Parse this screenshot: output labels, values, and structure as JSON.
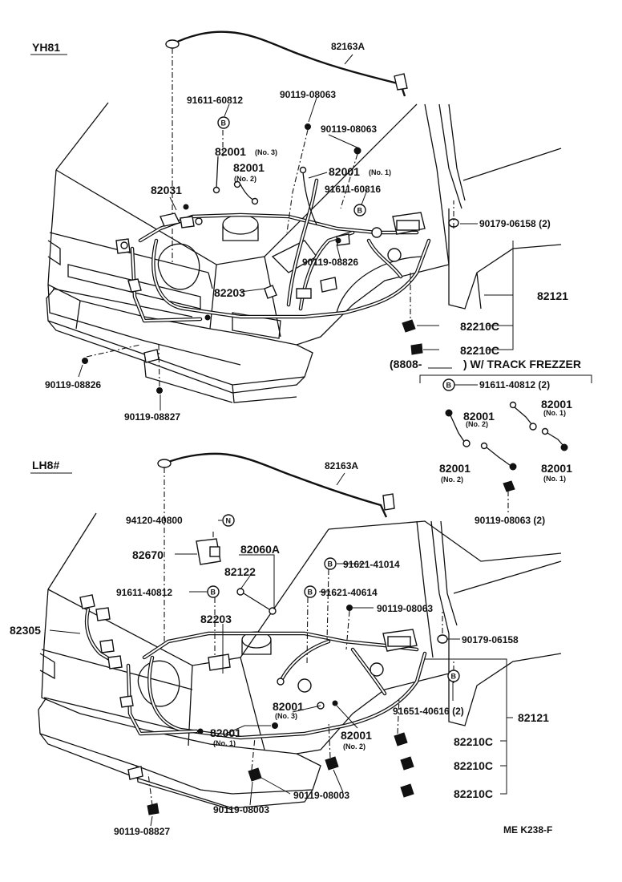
{
  "diagram": {
    "code": "ME  K238-F",
    "upper": {
      "model": "YH81",
      "labels": {
        "p82163A": "82163A",
        "p91611_60812": "91611-60812",
        "p90119_08063_a": "90119-08063",
        "p90119_08063_b": "90119-08063",
        "p82001_no3": "82001",
        "p82001_no3_sub": "(No. 3)",
        "p82001_no2": "82001",
        "p82001_no2_sub": "(No. 2)",
        "p82001_no1": "82001",
        "p82001_no1_sub": "(No. 1)",
        "p91611_60816": "91611-60816",
        "p82031": "82031",
        "p90179_06158": "90179-06158 (2)",
        "p90119_08826_a": "90119-08826",
        "p82203": "82203",
        "p82121": "82121",
        "p82210C_a": "82210C",
        "p82210C_b": "82210C",
        "p90119_08826_b": "90119-08826",
        "p90119_08827": "90119-08827"
      },
      "option": {
        "title_left": "(8808-",
        "title_right": ") W/ TRACK  FREZZER",
        "p91611_40812": "91611-40812 (2)",
        "p82001_a": "82001",
        "p82001_a_sub": "(No. 2)",
        "p82001_b": "82001",
        "p82001_b_sub": "(No. 1)",
        "p82001_c": "82001",
        "p82001_c_sub": "(No. 2)",
        "p82001_d": "82001",
        "p82001_d_sub": "(No. 1)",
        "p90119_08063": "90119-08063 (2)"
      }
    },
    "lower": {
      "model": "LH8#",
      "labels": {
        "p82163A": "82163A",
        "p94120_40800": "94120-40800",
        "p82670": "82670",
        "p82060A": "82060A",
        "p82122": "82122",
        "p91621_41014": "91621-41014",
        "p91611_40812": "91611-40812",
        "p91621_40614": "91621-40614",
        "p82203": "82203",
        "p90119_08063_a": "90119-08063",
        "p82305": "82305",
        "p90179_06158": "90179-06158",
        "p82001_no3": "82001",
        "p82001_no3_sub": "(No. 3)",
        "p91651_40616": "91651-40616 (2)",
        "p82121": "82121",
        "p82001_no1": "82001",
        "p82001_no1_sub": "(No. 1)",
        "p82001_no2": "82001",
        "p82001_no2_sub": "(No. 2)",
        "p82210C_a": "82210C",
        "p82210C_b": "82210C",
        "p82210C_c": "82210C",
        "p90119_08003_a": "90119-08003",
        "p90119_08003_b": "90119-08003",
        "p90119_08827": "90119-08827"
      }
    },
    "markers": {
      "bolt": "B",
      "nut": "N"
    }
  }
}
